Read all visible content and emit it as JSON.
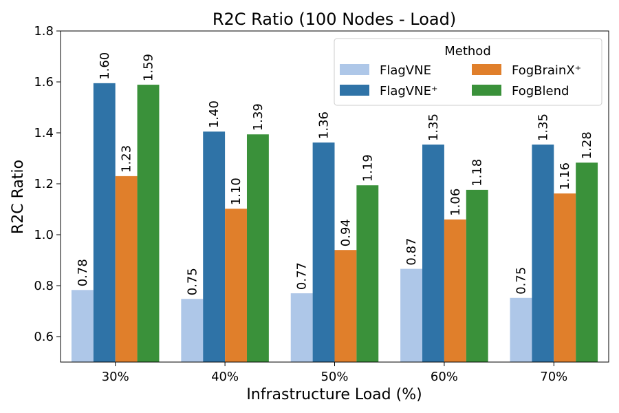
{
  "chart_data": {
    "type": "bar",
    "title": "R2C Ratio (100 Nodes - Load)",
    "xlabel": "Infrastructure Load (%)",
    "ylabel": "R2C Ratio",
    "categories": [
      "30%",
      "40%",
      "50%",
      "60%",
      "70%"
    ],
    "ylim": [
      0.5,
      1.8
    ],
    "yticks": [
      0.6,
      0.8,
      1.0,
      1.2,
      1.4,
      1.6,
      1.8
    ],
    "ytick_labels": [
      "0.6",
      "0.8",
      "1.0",
      "1.2",
      "1.4",
      "1.6",
      "1.8"
    ],
    "legend": {
      "title": "Method",
      "placement": "top-right",
      "columns": 2
    },
    "series": [
      {
        "name": "FlagVNE",
        "color": "#aec7e8",
        "values": [
          0.783,
          0.748,
          0.77,
          0.866,
          0.752
        ],
        "labels": [
          "0.78",
          "0.75",
          "0.77",
          "0.87",
          "0.75"
        ]
      },
      {
        "name": "FlagVNE⁺",
        "color": "#2f73a7",
        "values": [
          1.595,
          1.405,
          1.362,
          1.354,
          1.354
        ],
        "labels": [
          "1.60",
          "1.40",
          "1.36",
          "1.35",
          "1.35"
        ]
      },
      {
        "name": "FogBrainX⁺",
        "color": "#e07f2b",
        "values": [
          1.23,
          1.102,
          0.94,
          1.06,
          1.162
        ],
        "labels": [
          "1.23",
          "1.10",
          "0.94",
          "1.06",
          "1.16"
        ]
      },
      {
        "name": "FogBlend",
        "color": "#3a913a",
        "values": [
          1.589,
          1.394,
          1.194,
          1.176,
          1.283
        ],
        "labels": [
          "1.59",
          "1.39",
          "1.19",
          "1.18",
          "1.28"
        ]
      }
    ],
    "grid": false
  }
}
